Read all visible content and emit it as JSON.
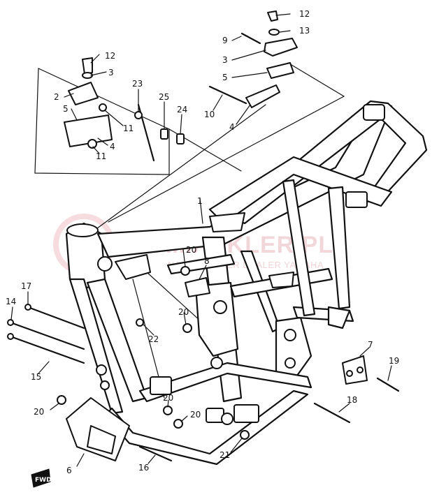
{
  "watermark": {
    "brand": "YAMASKLER.PL",
    "tagline": "NAJDUZI DILER DEALER YAMAHA"
  },
  "direction_label": "FWD",
  "callouts": [
    {
      "id": "12a",
      "label": "12"
    },
    {
      "id": "13",
      "label": "13"
    },
    {
      "id": "9",
      "label": "9"
    },
    {
      "id": "3a",
      "label": "3"
    },
    {
      "id": "5a",
      "label": "5"
    },
    {
      "id": "10",
      "label": "10"
    },
    {
      "id": "4a",
      "label": "4"
    },
    {
      "id": "12b",
      "label": "12"
    },
    {
      "id": "3b",
      "label": "3"
    },
    {
      "id": "2",
      "label": "2"
    },
    {
      "id": "5b",
      "label": "5"
    },
    {
      "id": "11a",
      "label": "11"
    },
    {
      "id": "4b",
      "label": "4"
    },
    {
      "id": "11b",
      "label": "11"
    },
    {
      "id": "23",
      "label": "23"
    },
    {
      "id": "25",
      "label": "25"
    },
    {
      "id": "24",
      "label": "24"
    },
    {
      "id": "1",
      "label": "1"
    },
    {
      "id": "20a",
      "label": "20"
    },
    {
      "id": "8",
      "label": "8"
    },
    {
      "id": "20b",
      "label": "20"
    },
    {
      "id": "22",
      "label": "22"
    },
    {
      "id": "17",
      "label": "17"
    },
    {
      "id": "14",
      "label": "14"
    },
    {
      "id": "15",
      "label": "15"
    },
    {
      "id": "7",
      "label": "7"
    },
    {
      "id": "19",
      "label": "19"
    },
    {
      "id": "18",
      "label": "18"
    },
    {
      "id": "20c",
      "label": "20"
    },
    {
      "id": "20d",
      "label": "20"
    },
    {
      "id": "20e",
      "label": "20"
    },
    {
      "id": "21",
      "label": "21"
    },
    {
      "id": "6",
      "label": "6"
    },
    {
      "id": "16",
      "label": "16"
    }
  ]
}
